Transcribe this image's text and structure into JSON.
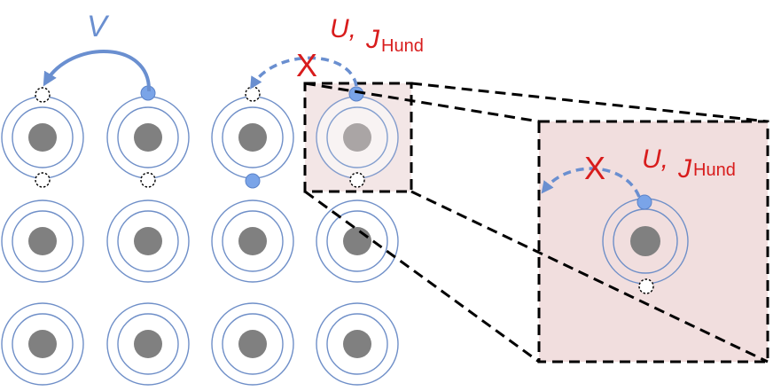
{
  "labels": {
    "v": "V",
    "u_main": "U,",
    "j_main": "J",
    "j_sub_main": "Hund",
    "x_main": "X",
    "u_zoom": "U,",
    "j_zoom": "J",
    "j_sub_zoom": "Hund",
    "x_zoom": "X"
  },
  "colors": {
    "orbit": "#6f8fc8",
    "nucleus": "#808080",
    "electron": "#7aa4e8",
    "hopping_arrow": "#6a8fd0",
    "forbidden_label": "#d81c1c",
    "highlight_fill": "#f1dede",
    "dashed_frame": "#000000"
  },
  "lattice": {
    "rows": 3,
    "columns": 4
  }
}
